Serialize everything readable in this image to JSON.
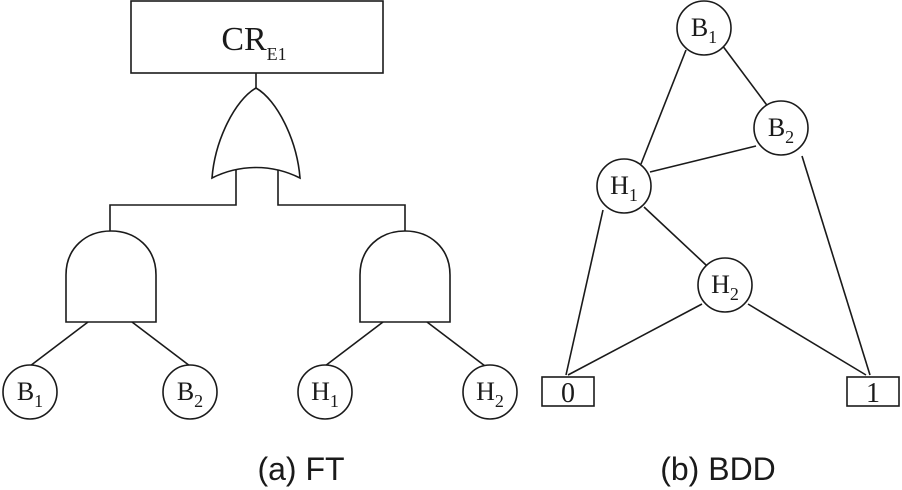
{
  "ft": {
    "top_event": {
      "main": "CR",
      "sub": "E1"
    },
    "basic_events": [
      {
        "main": "B",
        "sub": "1"
      },
      {
        "main": "B",
        "sub": "2"
      },
      {
        "main": "H",
        "sub": "1"
      },
      {
        "main": "H",
        "sub": "2"
      }
    ],
    "caption": "(a) FT"
  },
  "bdd": {
    "nodes": [
      {
        "main": "B",
        "sub": "1"
      },
      {
        "main": "B",
        "sub": "2"
      },
      {
        "main": "H",
        "sub": "1"
      },
      {
        "main": "H",
        "sub": "2"
      }
    ],
    "terminals": [
      "0",
      "1"
    ],
    "caption": "(b) BDD"
  },
  "colors": {
    "stroke": "#1a1a1a",
    "background": "#ffffff"
  }
}
